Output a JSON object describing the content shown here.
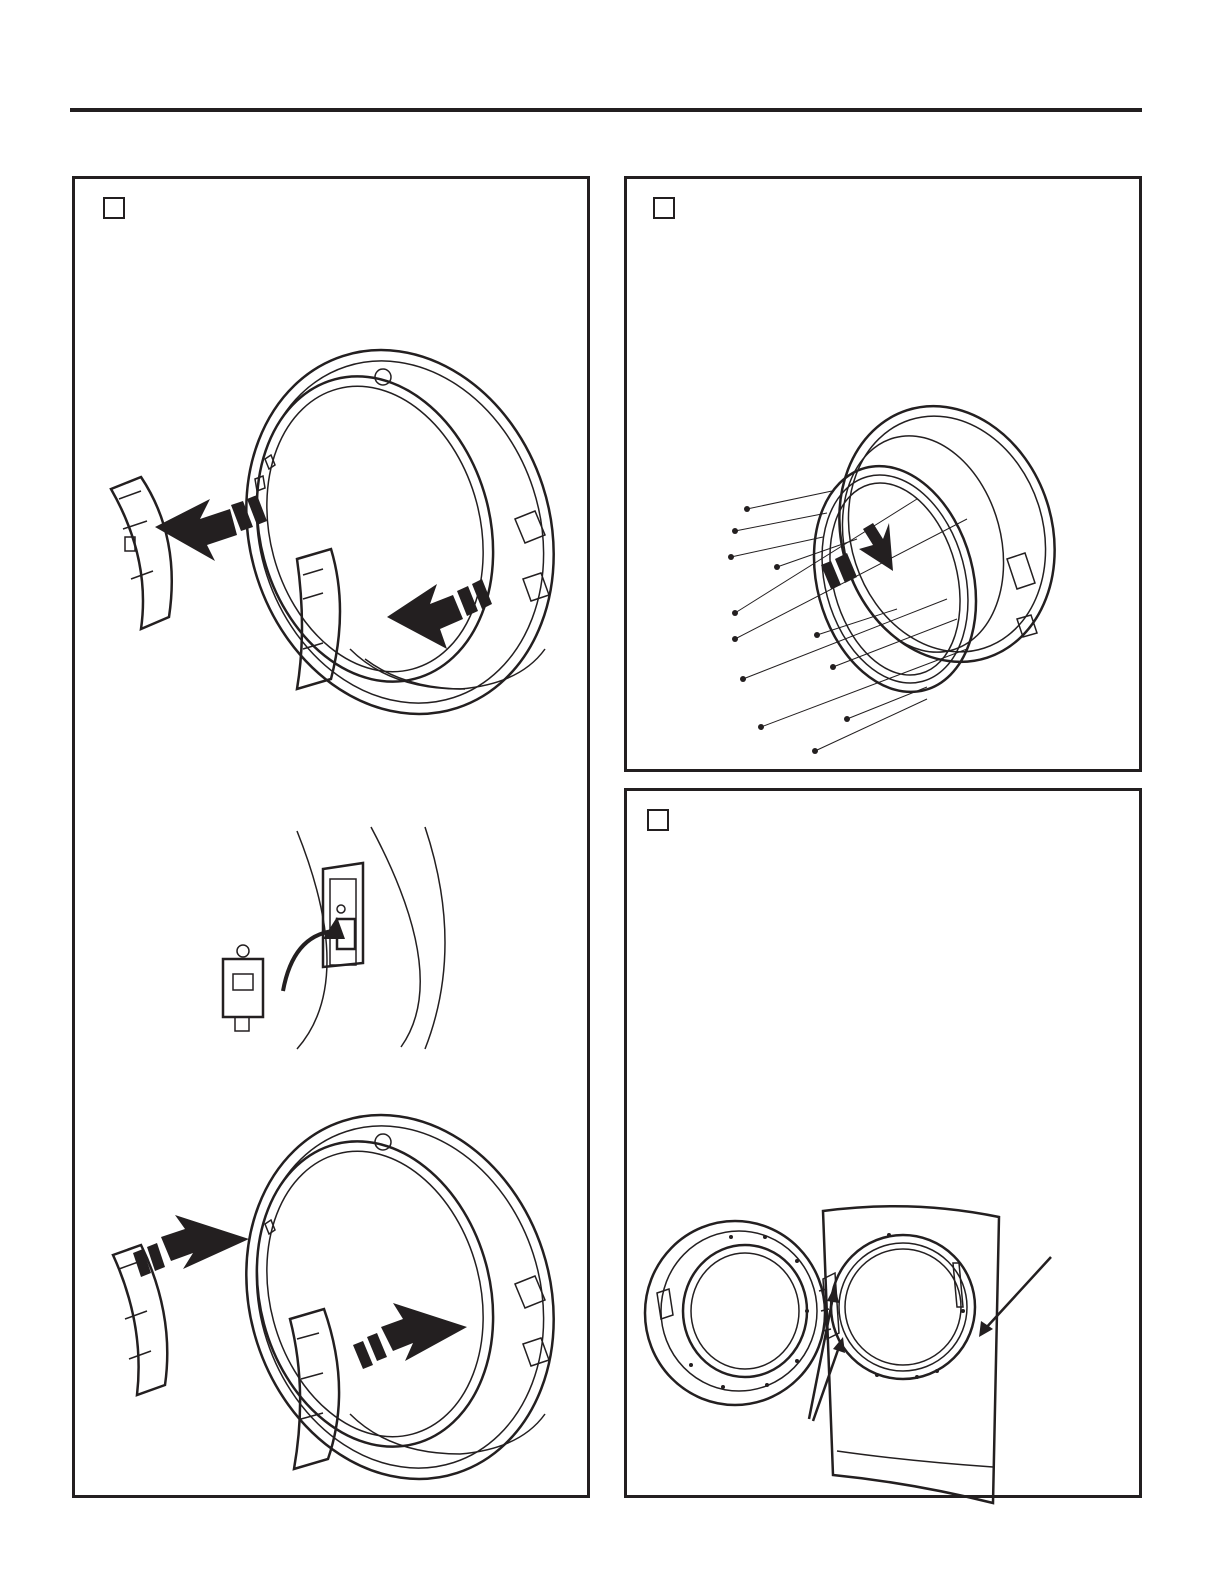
{
  "page": {
    "title": "",
    "panels": [
      {
        "id": "left",
        "step_label": ""
      },
      {
        "id": "top-right",
        "step_label": ""
      },
      {
        "id": "bottom-right",
        "step_label": ""
      }
    ]
  },
  "icons": [
    "arrow-left-icon",
    "arrow-right-icon",
    "curved-arrow-icon",
    "leader-line-icon"
  ]
}
